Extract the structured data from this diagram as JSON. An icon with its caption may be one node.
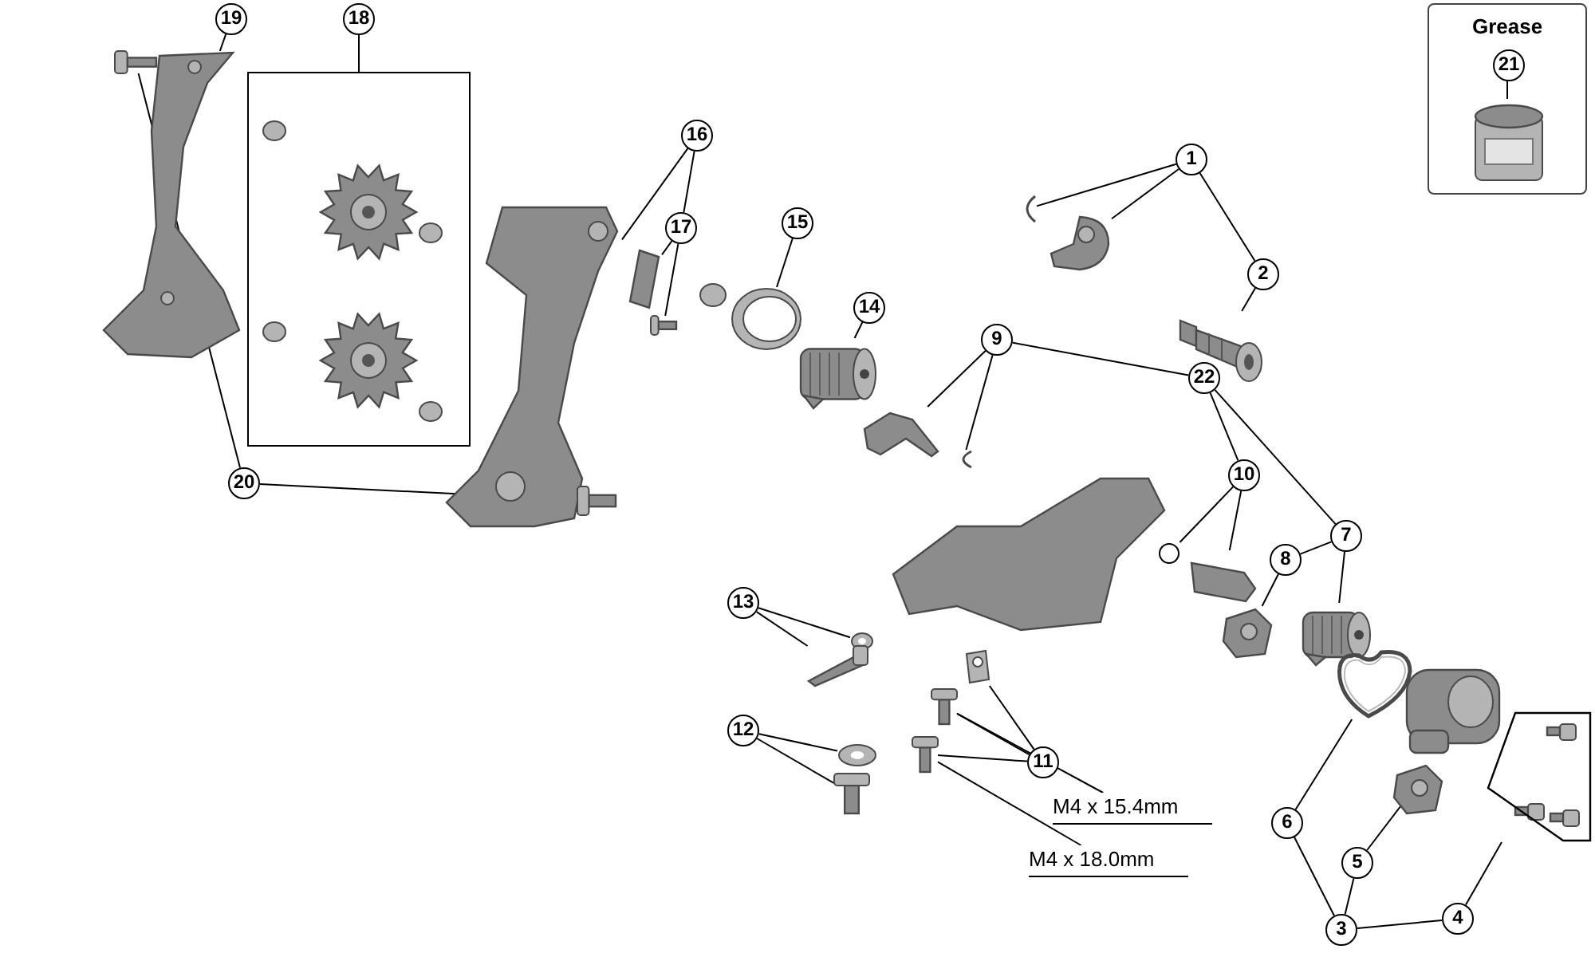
{
  "diagram": {
    "nodes": [
      {
        "text": [
          "19"
        ]
      },
      {
        "text": [],
        "shape": "picture"
      },
      {
        "text": [],
        "shape": "picture"
      },
      {
        "text": [],
        "shape": "box"
      },
      {
        "text": [],
        "shape": "picture",
        "in": 3
      },
      {
        "text": [],
        "shape": "picture",
        "in": 3
      },
      {
        "text": [
          "16"
        ]
      },
      {
        "text": [],
        "shape": "picture"
      },
      {
        "text": [
          "17"
        ]
      },
      {
        "text": [],
        "shape": "picture"
      },
      {
        "text": [],
        "shape": "picture"
      },
      {
        "text": [
          "15"
        ]
      },
      {
        "text": [],
        "shape": "picture"
      },
      {
        "text": [
          "14"
        ]
      },
      {
        "text": [],
        "shape": "picture"
      },
      {
        "text": [
          "20"
        ]
      },
      {
        "text": [],
        "shape": "picture"
      },
      {
        "text": [
          "Grease"
        ]
      },
      {
        "text": [
          "21"
        ],
        "in": 17
      },
      {
        "text": [],
        "shape": "picture",
        "in": 17
      },
      {
        "text": [
          "1"
        ]
      },
      {
        "text": [],
        "shape": "picture"
      },
      {
        "text": [],
        "shape": "picture"
      },
      {
        "text": [
          "2"
        ]
      },
      {
        "text": [],
        "shape": "picture"
      },
      {
        "text": [
          "9"
        ]
      },
      {
        "text": [],
        "shape": "picture"
      },
      {
        "text": [],
        "shape": "picture"
      },
      {
        "text": [
          "22"
        ]
      },
      {
        "text": [
          "10"
        ]
      },
      {
        "text": [],
        "shape": "circle"
      },
      {
        "text": [],
        "shape": "picture"
      },
      {
        "text": [
          "8"
        ]
      },
      {
        "text": [],
        "shape": "picture"
      },
      {
        "text": [
          "7"
        ]
      },
      {
        "text": [],
        "shape": "picture"
      },
      {
        "text": [
          "13"
        ]
      },
      {
        "text": [],
        "shape": "picture"
      },
      {
        "text": [],
        "shape": "picture"
      },
      {
        "text": [
          "12"
        ]
      },
      {
        "text": [],
        "shape": "picture"
      },
      {
        "text": [],
        "shape": "picture"
      },
      {
        "text": [
          "11"
        ]
      },
      {
        "text": [],
        "shape": "picture"
      },
      {
        "text": [],
        "shape": "picture"
      },
      {
        "text": [],
        "shape": "picture"
      },
      {
        "text": [
          "M4 x 15.4mm"
        ]
      },
      {
        "text": [
          "M4 x 18.0mm"
        ]
      },
      {
        "text": [
          "6"
        ]
      },
      {
        "text": [],
        "shape": "picture"
      },
      {
        "text": [
          "5"
        ]
      },
      {
        "text": [],
        "shape": "picture"
      },
      {
        "text": [
          "3"
        ]
      },
      {
        "text": [
          "4"
        ]
      },
      {
        "text": [],
        "shape": "box"
      },
      {
        "text": [
          "18"
        ]
      }
    ],
    "edges": [
      {
        "from": 0,
        "to": 1,
        "arrow": "none"
      },
      {
        "from": 15,
        "to": 2,
        "arrow": "none"
      },
      {
        "from": 15,
        "to": 16,
        "arrow": "none"
      },
      {
        "from": 6,
        "to": 7,
        "arrow": "none"
      },
      {
        "from": 6,
        "to": 8,
        "arrow": "none"
      },
      {
        "from": 8,
        "to": 9,
        "arrow": "none"
      },
      {
        "from": 8,
        "to": 10,
        "arrow": "none"
      },
      {
        "from": 11,
        "to": 12,
        "arrow": "none"
      },
      {
        "from": 13,
        "to": 14,
        "arrow": "none"
      },
      {
        "from": 18,
        "to": 19,
        "arrow": "none"
      },
      {
        "from": 20,
        "to": 21,
        "arrow": "none"
      },
      {
        "from": 20,
        "to": 22,
        "arrow": "none"
      },
      {
        "from": 20,
        "to": 23,
        "arrow": "none"
      },
      {
        "from": 23,
        "to": 24,
        "arrow": "none"
      },
      {
        "from": 25,
        "to": 26,
        "arrow": "none"
      },
      {
        "from": 25,
        "to": 27,
        "arrow": "none"
      },
      {
        "from": 28,
        "to": 25,
        "arrow": "none"
      },
      {
        "from": 28,
        "to": 29,
        "arrow": "none"
      },
      {
        "from": 28,
        "to": 34,
        "arrow": "none"
      },
      {
        "from": 29,
        "to": 30,
        "arrow": "none"
      },
      {
        "from": 29,
        "to": 31,
        "arrow": "none"
      },
      {
        "from": 32,
        "to": 33,
        "arrow": "none"
      },
      {
        "from": 34,
        "to": 32,
        "arrow": "none"
      },
      {
        "from": 34,
        "to": 35,
        "arrow": "none"
      },
      {
        "from": 36,
        "to": 37,
        "arrow": "none"
      },
      {
        "from": 36,
        "to": 38,
        "arrow": "none"
      },
      {
        "from": 39,
        "to": 40,
        "arrow": "none"
      },
      {
        "from": 39,
        "to": 41,
        "arrow": "none"
      },
      {
        "from": 42,
        "to": 43,
        "arrow": "none"
      },
      {
        "from": 42,
        "to": 44,
        "arrow": "none"
      },
      {
        "from": 42,
        "to": 45,
        "arrow": "none"
      },
      {
        "from": 46,
        "to": 44,
        "arrow": "none"
      },
      {
        "from": 47,
        "to": 45,
        "arrow": "none"
      },
      {
        "from": 48,
        "to": 49,
        "arrow": "none"
      },
      {
        "from": 50,
        "to": 51,
        "arrow": "none"
      },
      {
        "from": 52,
        "to": 48,
        "arrow": "none"
      },
      {
        "from": 52,
        "to": 50,
        "arrow": "none"
      },
      {
        "from": 52,
        "to": 53,
        "arrow": "none"
      },
      {
        "from": 53,
        "to": 54,
        "arrow": "none"
      },
      {
        "from": 55,
        "to": 3,
        "arrow": "none"
      }
    ]
  }
}
